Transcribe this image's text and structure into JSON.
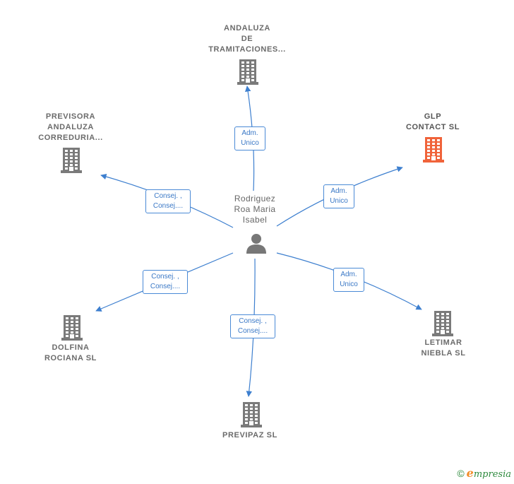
{
  "center": {
    "name_lines": [
      "Rodriguez",
      "Roa Maria",
      "Isabel"
    ],
    "icon": "person-icon"
  },
  "companies": [
    {
      "id": "andaluza-tramitaciones",
      "name_lines": [
        "ANDALUZA",
        "DE",
        "TRAMITACIONES..."
      ],
      "icon": "building-icon",
      "color": "#7a7a7a",
      "role_lines": [
        "Adm.",
        "Unico"
      ]
    },
    {
      "id": "glp-contact",
      "name_lines": [
        "GLP",
        "CONTACT SL"
      ],
      "icon": "building-icon",
      "color": "#f0633a",
      "role_lines": [
        "Adm.",
        "Unico"
      ]
    },
    {
      "id": "previsora-andaluza",
      "name_lines": [
        "PREVISORA",
        "ANDALUZA",
        "CORREDURIA..."
      ],
      "icon": "building-icon",
      "color": "#7a7a7a",
      "role_lines": [
        "Consej. ,",
        "Consej...."
      ]
    },
    {
      "id": "dolfina-rociana",
      "name_lines": [
        "DOLFINA",
        "ROCIANA SL"
      ],
      "icon": "building-icon",
      "color": "#7a7a7a",
      "role_lines": [
        "Consej. ,",
        "Consej...."
      ]
    },
    {
      "id": "previpaz",
      "name_lines": [
        "PREVIPAZ SL"
      ],
      "icon": "building-icon",
      "color": "#7a7a7a",
      "role_lines": [
        "Consej. ,",
        "Consej...."
      ]
    },
    {
      "id": "letimar-niebla",
      "name_lines": [
        "LETIMAR",
        "NIEBLA SL"
      ],
      "icon": "building-icon",
      "color": "#7a7a7a",
      "role_lines": [
        "Adm.",
        "Unico"
      ]
    }
  ],
  "colors": {
    "edge": "#3d7fcf",
    "person": "#777777"
  },
  "brand": {
    "copyright": "©",
    "e": "e",
    "rest": "mpresia"
  }
}
